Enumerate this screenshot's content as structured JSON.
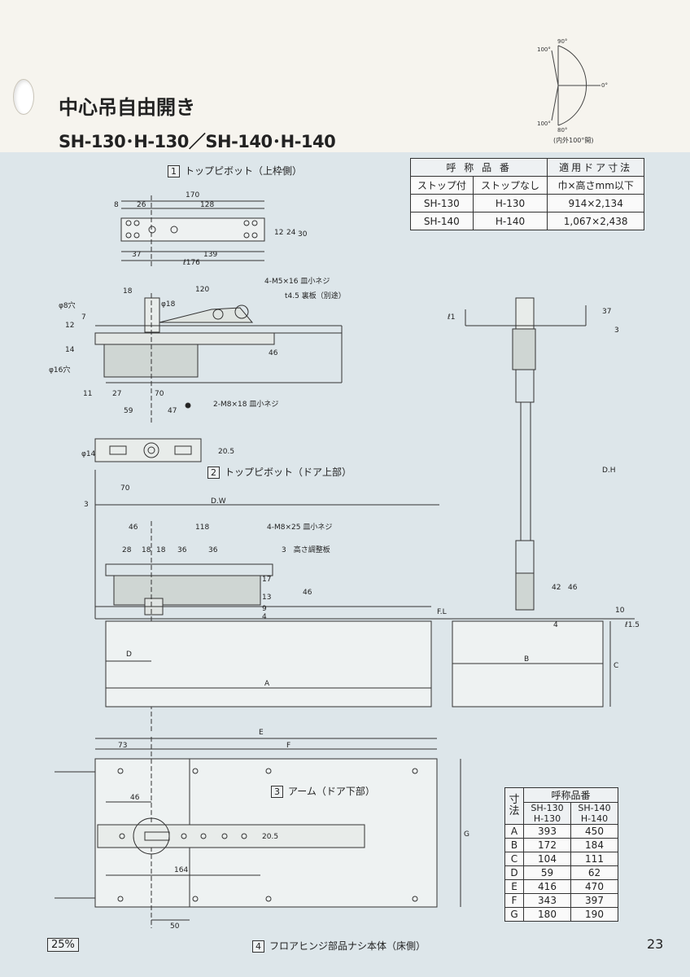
{
  "header": {
    "title": "中心吊自由開き",
    "models": "SH-130･H-130／SH-140･H-140"
  },
  "swing_diagram": {
    "angles": [
      "100°",
      "90°",
      "0°",
      "100°",
      "80°"
    ],
    "caption": "(内外100°開)"
  },
  "sections": {
    "s1": {
      "num": "1",
      "label": "トップピボット（上枠側）"
    },
    "s2": {
      "num": "2",
      "label": "トップピボット（ドア上部）"
    },
    "s3": {
      "num": "3",
      "label": "アーム（ドア下部）"
    },
    "s4": {
      "num": "4",
      "label": "フロアヒンジ部品ナシ本体（床側）"
    }
  },
  "model_table": {
    "header": "呼 称 品 番",
    "header2": "適用ドア寸法",
    "sub": [
      "ストップ付",
      "ストップなし",
      "巾×高さmm以下"
    ],
    "rows": [
      [
        "SH-130",
        "H-130",
        "914×2,134"
      ],
      [
        "SH-140",
        "H-140",
        "1,067×2,438"
      ]
    ]
  },
  "dim_table": {
    "col_label": "寸法",
    "header": "呼称品番",
    "models": [
      "SH-130\nH-130",
      "SH-140\nH-140"
    ],
    "model1a": "SH-130",
    "model1b": "H-130",
    "model2a": "SH-140",
    "model2b": "H-140",
    "rows": [
      [
        "A",
        "393",
        "450"
      ],
      [
        "B",
        "172",
        "184"
      ],
      [
        "C",
        "104",
        "111"
      ],
      [
        "D",
        "59",
        "62"
      ],
      [
        "E",
        "416",
        "470"
      ],
      [
        "F",
        "343",
        "397"
      ],
      [
        "G",
        "180",
        "190"
      ]
    ]
  },
  "dims": {
    "d170": "170",
    "d8": "8",
    "d26": "26",
    "d128": "128",
    "d24": "24",
    "d30": "30",
    "d12": "12",
    "d37": "37",
    "d139": "139",
    "d176": "ℓ176",
    "m5": "4-M5×16 皿小ネジ",
    "t45": "t4.5 裏板（別途）",
    "d18": "18",
    "d120": "120",
    "phi18": "φ18",
    "phi8": "φ8穴",
    "phi16": "φ16穴",
    "d7": "7",
    "d12b": "12",
    "d14": "14",
    "d46": "46",
    "d11": "11",
    "d27": "27",
    "d70": "70",
    "d59": "59",
    "d47": "47",
    "m8a": "2-M8×18 皿小ネジ",
    "phi14": "φ14",
    "d205": "20.5",
    "d70b": "70",
    "d3": "3",
    "dw": "D.W",
    "d46b": "46",
    "d118": "118",
    "m8b": "4-M8×25 皿小ネジ",
    "d28": "28",
    "d18a": "18",
    "d18b": "18",
    "d36a": "36",
    "d36b": "36",
    "adj": "3　高さ調整板",
    "d17": "17",
    "d13": "13",
    "d9": "9",
    "d4": "4",
    "d46c": "46",
    "fl": "F.L",
    "dA": "A",
    "dD": "D",
    "dB": "B",
    "dC": "C",
    "dE": "E",
    "dF": "F",
    "dG": "G",
    "d73": "73",
    "d46d": "46",
    "d205b": "20.5",
    "d164": "164",
    "d50": "50",
    "l1": "ℓ1",
    "d37b": "37",
    "d3b": "3",
    "dh": "D.H",
    "d42": "42",
    "d46e": "46",
    "d10": "10",
    "d4b": "4",
    "r15": "ℓ1.5"
  },
  "footer": {
    "percent": "25%",
    "page": "23"
  }
}
